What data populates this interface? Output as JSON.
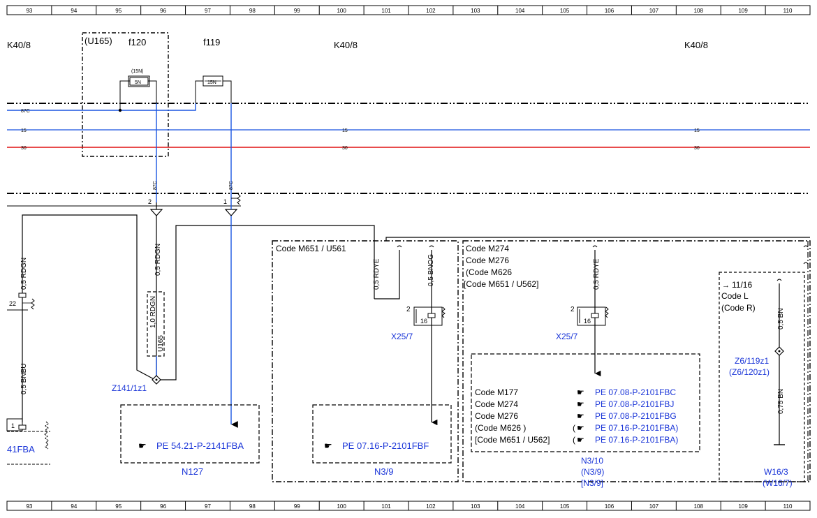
{
  "grid": {
    "columns": [
      "93",
      "94",
      "95",
      "96",
      "97",
      "98",
      "99",
      "100",
      "101",
      "102",
      "103",
      "104",
      "105",
      "106",
      "107",
      "108",
      "109",
      "110"
    ]
  },
  "colors": {
    "wire_blue": "#1a55e0",
    "wire_red": "#e01010",
    "link_blue": "#1a35d8",
    "ink": "#000000"
  },
  "labels": {
    "k40_left": "K40/8",
    "k40_mid": "K40/8",
    "k40_right": "K40/8",
    "u165": "(U165)",
    "f120": "f120",
    "f119": "f119",
    "f120_sub": "(15N)",
    "f120_body": "5N",
    "f119_body": "15N",
    "bus_87c": "87C",
    "bus_15": "15",
    "bus_30": "30",
    "conn_87c_a": "87C",
    "conn_87c_b": "87C",
    "pin2": "2",
    "pin1": "1",
    "pin22": "22",
    "pin1b": "1",
    "wire_rdgn_left": "0,5 RDGN",
    "wire_bnbu": "0,5 BNBU",
    "wire_rdgn_mid": "0,5 RDGN",
    "wire_rdgn_u165": "1,0 RDGN",
    "u165_tag": "U165",
    "z141": "Z141/1z1",
    "ref_41fba": "41FBA",
    "code_m651_u561": "Code M651 / U561",
    "wire_rdye_a": "0,5 RDYE",
    "wire_bnog": "0,5 BNOG",
    "x25_pin2_a": "2",
    "x25_pin16_a": "16",
    "x25_label_a": "X25/7",
    "code_m274": "Code M274",
    "code_m276": "Code M276",
    "code_m626": "(Code M626",
    "code_m651_u562": "[Code M651  / U562]",
    "wire_rdye_b": "0,5 RDYE",
    "x25_pin2_b": "2",
    "x25_pin16_b": "16",
    "x25_label_b": "X25/7",
    "arrow_1116": "11/16",
    "code_l": "Code L",
    "code_r": "(Code R)",
    "wire_bn_a": "0,5 BN",
    "z6": "Z6/119z1",
    "z6b": "(Z6/120z1)",
    "wire_bn_b": "0,75 BN",
    "w16": "W16/3",
    "w16b": "(W16/7)",
    "n127_ref": "PE 54.21-P-2141FBA",
    "n127": "N127",
    "n39_ref": "PE 07.16-P-2101FBF",
    "n39": "N3/9",
    "n310": "N3/10",
    "n310b": "(N3/9)",
    "n310c": "[N3/9]"
  },
  "n310_table": [
    {
      "code": "Code M177",
      "ref": "PE 07.08-P-2101FBC",
      "prefix": ""
    },
    {
      "code": "Code M274",
      "ref": "PE 07.08-P-2101FBJ",
      "prefix": ""
    },
    {
      "code": "Code M276",
      "ref": "PE 07.08-P-2101FBG",
      "prefix": ""
    },
    {
      "code": "(Code M626 )",
      "ref": "PE 07.16-P-2101FBA)",
      "prefix": "("
    },
    {
      "code": "[Code M651  / U562]",
      "ref": "PE 07.16-P-2101FBA)",
      "prefix": "("
    }
  ]
}
